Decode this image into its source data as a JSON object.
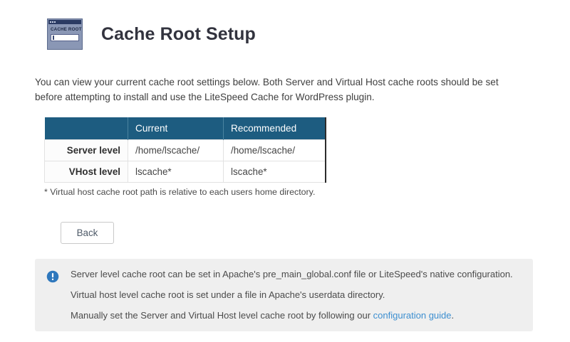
{
  "header": {
    "title": "Cache Root Setup",
    "icon_name": "cache-root-window-icon",
    "icon_label": "CACHE ROOT"
  },
  "intro": "You can view your current cache root settings below. Both Server and Virtual Host cache roots should be set before attempting to install and use the LiteSpeed Cache for WordPress plugin.",
  "table": {
    "columns": [
      "",
      "Current",
      "Recommended"
    ],
    "rows": [
      {
        "label": "Server level",
        "current": "/home/lscache/",
        "recommended": "/home/lscache/"
      },
      {
        "label": "VHost level",
        "current": "lscache*",
        "recommended": "lscache*"
      }
    ],
    "header_bg": "#1d5c80"
  },
  "footnote": "* Virtual host cache root path is relative to each users home directory.",
  "buttons": {
    "back_label": "Back"
  },
  "info_box": {
    "icon_name": "exclamation-circle-icon",
    "accent": "#2f78bd",
    "line1": "Server level cache root can be set in Apache's pre_main_global.conf file or LiteSpeed's native configuration.",
    "line2": "Virtual host level cache root is set under a file in Apache's userdata directory.",
    "line3_prefix": "Manually set the Server and Virtual Host level cache root by following our ",
    "line3_link": "configuration guide",
    "line3_suffix": "."
  }
}
